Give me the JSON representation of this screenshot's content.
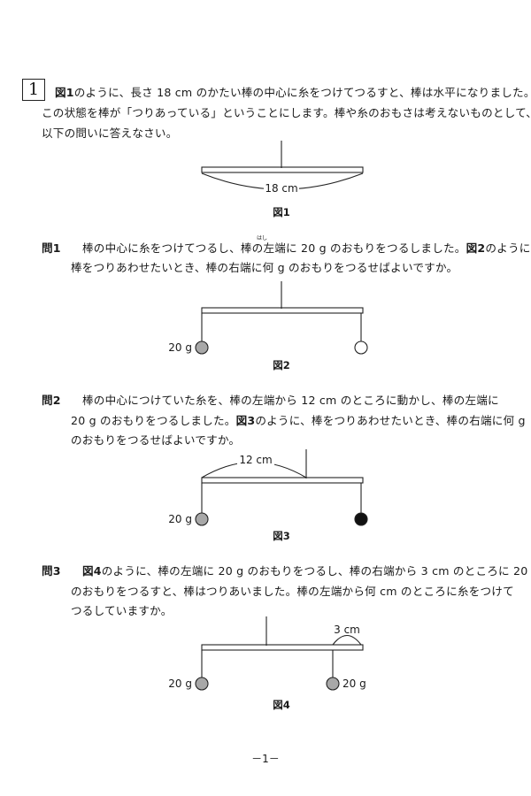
{
  "problem_number": "1",
  "intro": {
    "line1_fig": "図1",
    "line1": "のように、長さ 18 cm のかたい棒の中心に糸をつけてつるすと、棒は水平になりました。",
    "line2": "この状態を棒が「つりあっている」ということにします。棒や糸のおもさは考えないものとして、",
    "line3": "以下の問いに答えなさい。"
  },
  "fig1": {
    "length_label": "18 cm",
    "caption": "図1"
  },
  "q1": {
    "label": "問1",
    "line1a": "棒の中心に糸をつけてつるし、棒の左端に 20 g のおもりをつるしました。",
    "ruby": "はし",
    "line1_fig": "図2",
    "line1b": "のように",
    "line2": "棒をつりあわせたいとき、棒の右端に何 g のおもりをつるせばよいですか。"
  },
  "fig2": {
    "weight_label": "20 g",
    "caption": "図2"
  },
  "q2": {
    "label": "問2",
    "line1": "棒の中心につけていた糸を、棒の左端から 12 cm のところに動かし、棒の左端に",
    "line2a": "20 g のおもりをつるしました。",
    "line2_fig": "図3",
    "line2b": "のように、棒をつりあわせたいとき、棒の右端に何 g",
    "line3": "のおもりをつるせばよいですか。"
  },
  "fig3": {
    "distance_label": "12 cm",
    "weight_label": "20 g",
    "caption": "図3"
  },
  "q3": {
    "label": "問3",
    "line1_fig": "図4",
    "line1": "のように、棒の左端に 20 g のおもりをつるし、棒の右端から 3 cm のところに 20 g",
    "line2": "のおもりをつるすと、棒はつりあいました。棒の左端から何 cm のところに糸をつけて",
    "line3": "つるしていますか。"
  },
  "fig4": {
    "distance_label": "3 cm",
    "left_weight_label": "20 g",
    "right_weight_label": "20 g",
    "caption": "図4"
  },
  "page_number": "－1－"
}
